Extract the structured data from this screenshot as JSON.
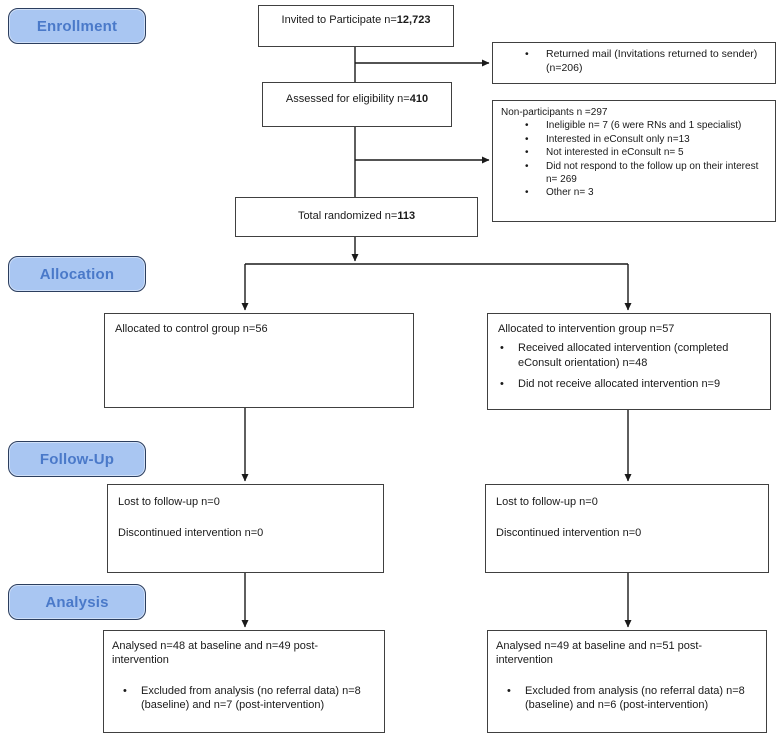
{
  "colors": {
    "stage_fill": "#a9c6f2",
    "stage_border": "#2c3e5e",
    "stage_text": "#4a79c9",
    "box_border": "#404040",
    "line": "#1a1a1a"
  },
  "stages": [
    {
      "label": "Enrollment"
    },
    {
      "label": "Allocation"
    },
    {
      "label": "Follow-Up"
    },
    {
      "label": "Analysis"
    }
  ],
  "boxes": {
    "invited": {
      "text": "Invited to Participate n=",
      "n": "12,723"
    },
    "returned_mail": {
      "bullets": [
        "Returned mail (Invitations returned to sender) (n=206)"
      ]
    },
    "assessed": {
      "text": "Assessed for eligibility n=",
      "n": "410"
    },
    "non_participants": {
      "title": "Non-participants n =297",
      "bullets": [
        "Ineligible n= 7 (6 were RNs and 1 specialist)",
        "Interested in eConsult only n=13",
        "Not interested in eConsult n= 5",
        "Did not respond to the follow up on their interest n= 269",
        "Other n= 3"
      ]
    },
    "randomized": {
      "text": "Total randomized n=",
      "n": "113"
    },
    "control": {
      "title": "Allocated to control group n=56"
    },
    "intervention": {
      "title": "Allocated to intervention group n=57",
      "bullets": [
        "Received allocated intervention (completed eConsult orientation) n=48",
        "Did not receive allocated intervention n=9"
      ]
    },
    "followup_control": {
      "line1": "Lost to follow-up n=0",
      "line2": "Discontinued intervention n=0"
    },
    "followup_intervention": {
      "line1": "Lost to follow-up n=0",
      "line2": "Discontinued intervention n=0"
    },
    "analysis_control": {
      "title": "Analysed n=48 at baseline and n=49 post-intervention",
      "bullets": [
        "Excluded from analysis (no referral data) n=8 (baseline) and n=7 (post-intervention)"
      ]
    },
    "analysis_intervention": {
      "title": "Analysed n=49 at baseline and n=51 post-intervention",
      "bullets": [
        "Excluded from analysis (no referral data) n=8 (baseline) and n=6 (post-intervention)"
      ]
    }
  }
}
